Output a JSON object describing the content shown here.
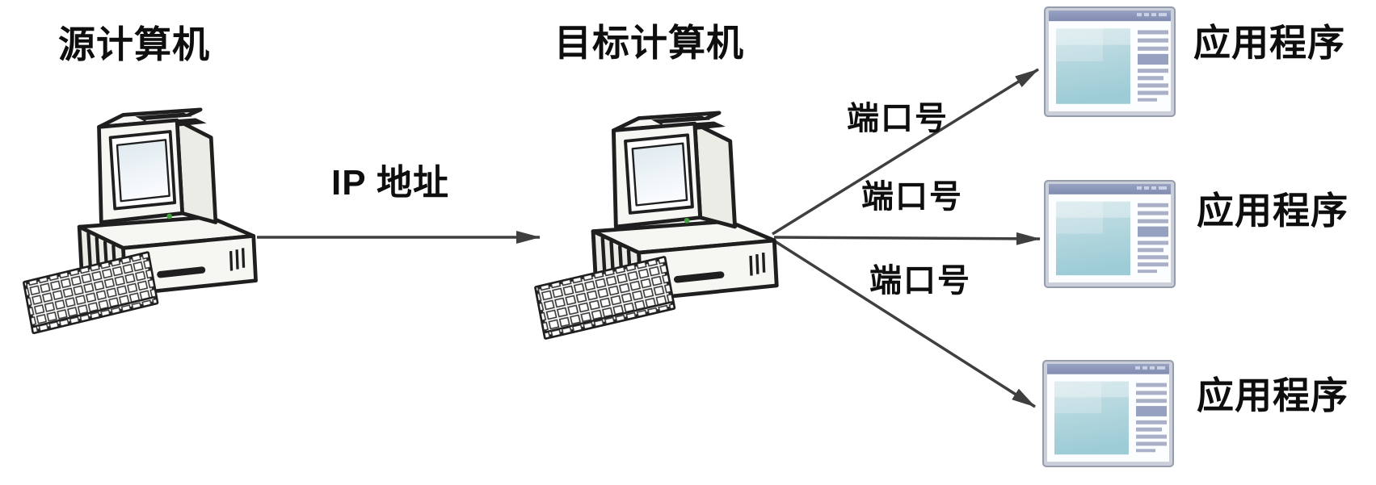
{
  "nodes": {
    "source_computer": {
      "label": "源计算机"
    },
    "target_computer": {
      "label": "目标计算机"
    },
    "applications": [
      {
        "label": "应用程序"
      },
      {
        "label": "应用程序"
      },
      {
        "label": "应用程序"
      }
    ]
  },
  "edges": {
    "ip": {
      "label": "IP 地址",
      "from": "源计算机",
      "to": "目标计算机"
    },
    "ports": [
      {
        "label": "端口号",
        "from": "目标计算机",
        "to": "应用程序 1"
      },
      {
        "label": "端口号",
        "from": "目标计算机",
        "to": "应用程序 2"
      },
      {
        "label": "端口号",
        "from": "目标计算机",
        "to": "应用程序 3"
      }
    ]
  },
  "icons": {
    "computer": "desktop-computer-icon",
    "application": "application-window-icon"
  },
  "colors": {
    "background": "#ffffff",
    "text": "#0e0e0e",
    "arrow": "#3f3f3f",
    "outline": "#1f1f1f",
    "computer_fill": "#f6f6f3",
    "computer_shade": "#ecece7",
    "screen_top": "#dde8ee",
    "screen_bottom": "#fafcfe",
    "led": "#44a13d",
    "window_frame": "#cacfd9",
    "window_border": "#959cab",
    "window_titlebar_top": "#98a2c1",
    "window_titlebar_bottom": "#808bb0",
    "window_content": "#fcfdfe",
    "window_panel_top": "#c8e0e5",
    "window_panel_bottom": "#9dccd6",
    "window_bar": "#a9b0c7",
    "window_bar_strong": "#96a0bf",
    "window_control": "#ccd2e6"
  }
}
